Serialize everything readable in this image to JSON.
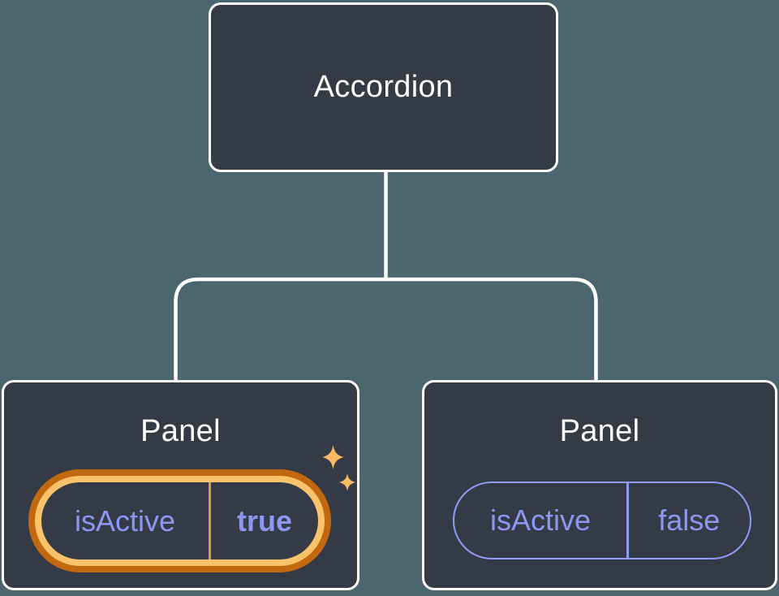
{
  "colors": {
    "background": "#4C666F",
    "node_fill": "#343B47",
    "node_border": "#FFFFFF",
    "connector": "#FFFFFF",
    "text_primary": "#FFFFFF",
    "purple_text": "#8D96F1",
    "purple_border": "#8E9CF4",
    "ring_outer": "#C2690F",
    "ring_inner": "#FAC26A",
    "ring_divider": "#DD9D42",
    "sparkle": "#F8BA62"
  },
  "diagram": {
    "root": {
      "title": "Accordion"
    },
    "panels": [
      {
        "title": "Panel",
        "prop_name": "isActive",
        "prop_value": "true",
        "highlighted": true
      },
      {
        "title": "Panel",
        "prop_name": "isActive",
        "prop_value": "false",
        "highlighted": false
      }
    ]
  }
}
